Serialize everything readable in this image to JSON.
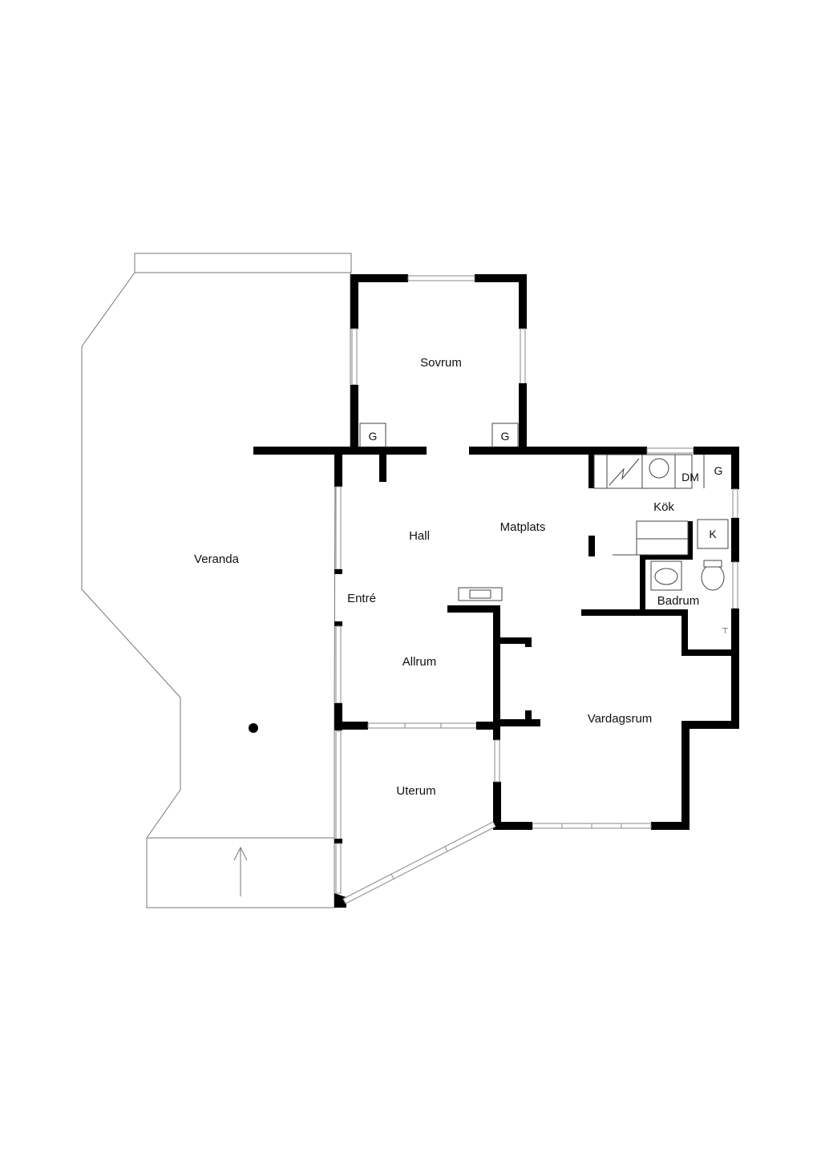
{
  "rooms": {
    "sovrum": "Sovrum",
    "veranda": "Veranda",
    "hall": "Hall",
    "matplats": "Matplats",
    "kok": "Kök",
    "entre": "Entré",
    "badrum": "Badrum",
    "allrum": "Allrum",
    "vardagsrum": "Vardagsrum",
    "uterum": "Uterum"
  },
  "marks": {
    "g_sovrum_left": "G",
    "g_sovrum_right": "G",
    "dm": "DM",
    "g_kitchen": "G",
    "k": "K"
  },
  "colors": {
    "wall": "#000000",
    "line": "#777777",
    "background": "#ffffff"
  }
}
